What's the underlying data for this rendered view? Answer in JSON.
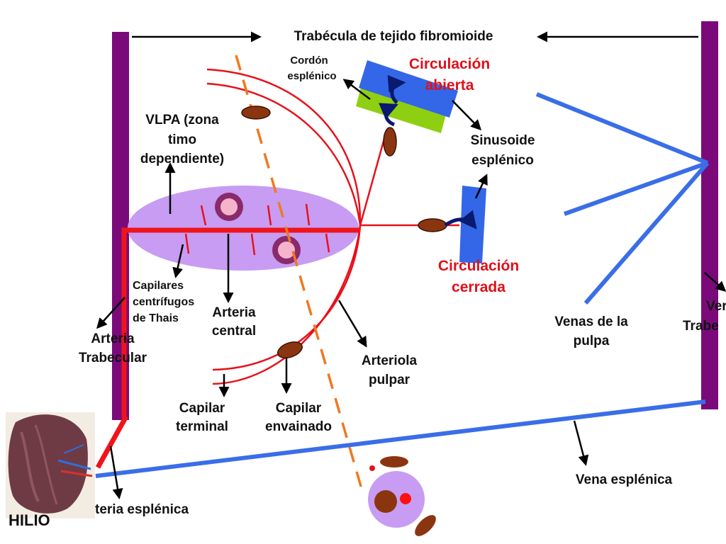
{
  "labels": {
    "trabecula": "Trabécula de tejido fibromioide",
    "cordon_line1": "Cordón",
    "cordon_line2": "esplénico",
    "circ_abierta_line1": "Circulación",
    "circ_abierta_line2": "abierta",
    "sinusoide_line1": "Sinusoide",
    "sinusoide_line2": "esplénico",
    "vlpa_line1": "VLPA (zona",
    "vlpa_line2": "timo",
    "vlpa_line3": "dependiente)",
    "circ_cerrada_line1": "Circulación",
    "circ_cerrada_line2": "cerrada",
    "capilares_line1": "Capilares",
    "capilares_line2": "centrífugos",
    "capilares_line3": "de Thais",
    "arteria_central_line1": "Arteria",
    "arteria_central_line2": "central",
    "arteria_trab_line1": "Arteria",
    "arteria_trab_line2": "Trabecular",
    "arteriola_line1": "Arteriola",
    "arteriola_line2": "pulpar",
    "venas_pulpa_line1": "Venas de la",
    "venas_pulpa_line2": "pulpa",
    "vena_trab_line1": "Ver",
    "vena_trab_line2": "Trabe",
    "capilar_terminal_line1": "Capilar",
    "capilar_terminal_line2": "terminal",
    "capilar_envainado_line1": "Capilar",
    "capilar_envainado_line2": "envainado",
    "vena_esplenica": "Vena esplénica",
    "arteria_esplenica": "teria esplénica",
    "hilio": "HILIO"
  },
  "colors": {
    "trabecula": "#7a0a7a",
    "artery": "#e8101a",
    "vein": "#3a6ee8",
    "lymphoid_sheath": "#c79cf2",
    "ellipsoid": "#8b3510",
    "sinusoid_blue": "#3466e8",
    "cord_green": "#8fcf12",
    "guide_line": "#f07820",
    "arrow_navy": "#0a1a6e"
  }
}
